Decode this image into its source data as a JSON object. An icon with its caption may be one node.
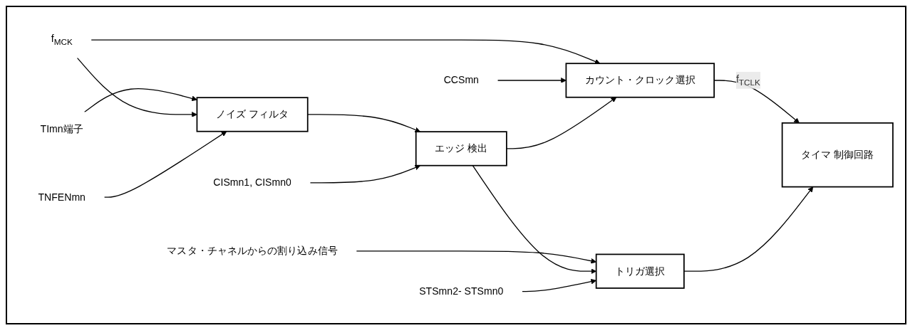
{
  "diagram": {
    "nodes": [
      {
        "text": [
          "TImn端子"
        ]
      },
      {
        "text": [
          "ノイズ フィルタ"
        ]
      },
      {
        "text": [
          "エッジ 検出"
        ]
      },
      {
        "text": [
          "f$_{MCK}$"
        ]
      },
      {
        "text": [
          "マスタ・チャネルからの割り込み信号"
        ]
      },
      {
        "text": [
          "CCSmn"
        ]
      },
      {
        "text": [
          "カウント・クロック選択"
        ]
      },
      {
        "text": [
          "トリガ選択"
        ]
      },
      {
        "text": [
          "タイマ 制御回路"
        ]
      },
      {
        "text": [
          "TNFENmn"
        ]
      },
      {
        "text": [
          "CISmn1, CISmn0"
        ]
      },
      {
        "text": [
          "STSmn2- STSmn0"
        ]
      }
    ],
    "edges": [
      {
        "from": 0,
        "to": 1,
        "arrow": "to"
      },
      {
        "from": 1,
        "to": 2,
        "arrow": "to"
      },
      {
        "from": 3,
        "to": 6,
        "arrow": "to"
      },
      {
        "from": 3,
        "to": 1,
        "arrow": "to"
      },
      {
        "from": 4,
        "to": 7,
        "arrow": "to"
      },
      {
        "from": 5,
        "to": 6,
        "arrow": "to"
      },
      {
        "from": 2,
        "to": 6,
        "arrow": "to"
      },
      {
        "from": 2,
        "to": 7,
        "arrow": "to"
      },
      {
        "from": 6,
        "to": 8,
        "arrow": "to",
        "label": "f$_{TCLK}$"
      },
      {
        "from": 7,
        "to": 8,
        "arrow": "to"
      },
      {
        "from": 9,
        "to": 1,
        "arrow": "to"
      },
      {
        "from": 10,
        "to": 2,
        "arrow": "to"
      },
      {
        "from": 11,
        "to": 7,
        "arrow": "to"
      }
    ]
  }
}
